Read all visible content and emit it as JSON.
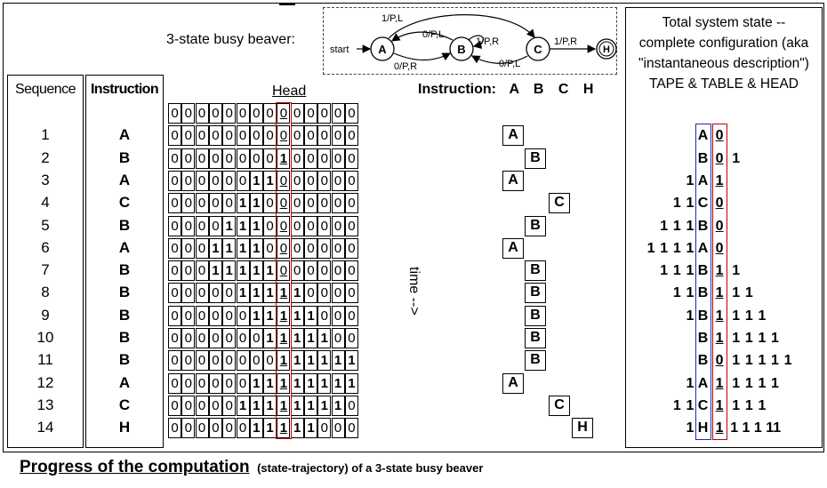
{
  "diagram": {
    "label": "3-state busy beaver:",
    "start_label": "start",
    "states": [
      "A",
      "B",
      "C",
      "H"
    ],
    "edges": [
      {
        "from": "A",
        "to": "C",
        "label": "1/P,L"
      },
      {
        "from": "B",
        "to": "A",
        "label": "0/P,L"
      },
      {
        "from": "A",
        "to": "B",
        "label": "0/P,R"
      },
      {
        "from": "B",
        "to": "B",
        "label": "1/P,R"
      },
      {
        "from": "C",
        "to": "B",
        "label": "0/P,L"
      },
      {
        "from": "C",
        "to": "H",
        "label": "1/P,R"
      }
    ]
  },
  "headers": {
    "sequence": "Sequence",
    "instruction": "Instruction",
    "head": "Head",
    "instruction_states": "Instruction:",
    "state_letters": [
      "A",
      "B",
      "C",
      "H"
    ],
    "total_state": [
      "Total system state --",
      "complete configuration (aka",
      "\"instantaneous description\")",
      "TAPE & TABLE & HEAD"
    ],
    "time": "time -->"
  },
  "initial_tape": "00000000000000",
  "rows": [
    {
      "seq": "1",
      "instr": "A",
      "tape": "00000000000000",
      "id_left": "",
      "id_state": "A",
      "id_head": "0",
      "id_right": ""
    },
    {
      "seq": "2",
      "instr": "B",
      "tape": "00000000100000",
      "id_left": "",
      "id_state": "B",
      "id_head": "0",
      "id_right": "1"
    },
    {
      "seq": "3",
      "instr": "A",
      "tape": "00000011000000",
      "id_left": "1",
      "id_state": "A",
      "id_head": "1",
      "id_right": ""
    },
    {
      "seq": "4",
      "instr": "C",
      "tape": "00000110000000",
      "id_left": "11",
      "id_state": "C",
      "id_head": "0",
      "id_right": ""
    },
    {
      "seq": "5",
      "instr": "B",
      "tape": "00001110000000",
      "id_left": "111",
      "id_state": "B",
      "id_head": "0",
      "id_right": ""
    },
    {
      "seq": "6",
      "instr": "A",
      "tape": "00011110000000",
      "id_left": "1111",
      "id_state": "A",
      "id_head": "0",
      "id_right": ""
    },
    {
      "seq": "7",
      "instr": "B",
      "tape": "00011111000000",
      "id_left": "111",
      "id_state": "B",
      "id_head": "1",
      "id_right": "1"
    },
    {
      "seq": "8",
      "instr": "B",
      "tape": "00000111110000",
      "id_left": "11",
      "id_state": "B",
      "id_head": "1",
      "id_right": "11"
    },
    {
      "seq": "9",
      "instr": "B",
      "tape": "00000011111000",
      "id_left": "1",
      "id_state": "B",
      "id_head": "1",
      "id_right": "111"
    },
    {
      "seq": "10",
      "instr": "B",
      "tape": "00000001111100",
      "id_left": "",
      "id_state": "B",
      "id_head": "1",
      "id_right": "1111"
    },
    {
      "seq": "11",
      "instr": "B",
      "tape": "00000000111111",
      "id_left": "",
      "id_state": "B",
      "id_head": "0",
      "id_right": "11111"
    },
    {
      "seq": "12",
      "instr": "A",
      "tape": "00000011111111",
      "id_left": "1",
      "id_state": "A",
      "id_head": "1",
      "id_right": "1111"
    },
    {
      "seq": "13",
      "instr": "C",
      "tape": "00000111111110",
      "id_left": "11",
      "id_state": "C",
      "id_head": "1",
      "id_right": "111"
    },
    {
      "seq": "14",
      "instr": "H",
      "tape": "00000011111000",
      "id_left": "1",
      "id_state": "H",
      "id_head": "1",
      "id_right": "1111"
    }
  ],
  "id_row14_right_text": "1 1 1 11",
  "caption": {
    "main": "Progress of the computation",
    "sub": "(state-trajectory) of a 3-state busy beaver"
  }
}
